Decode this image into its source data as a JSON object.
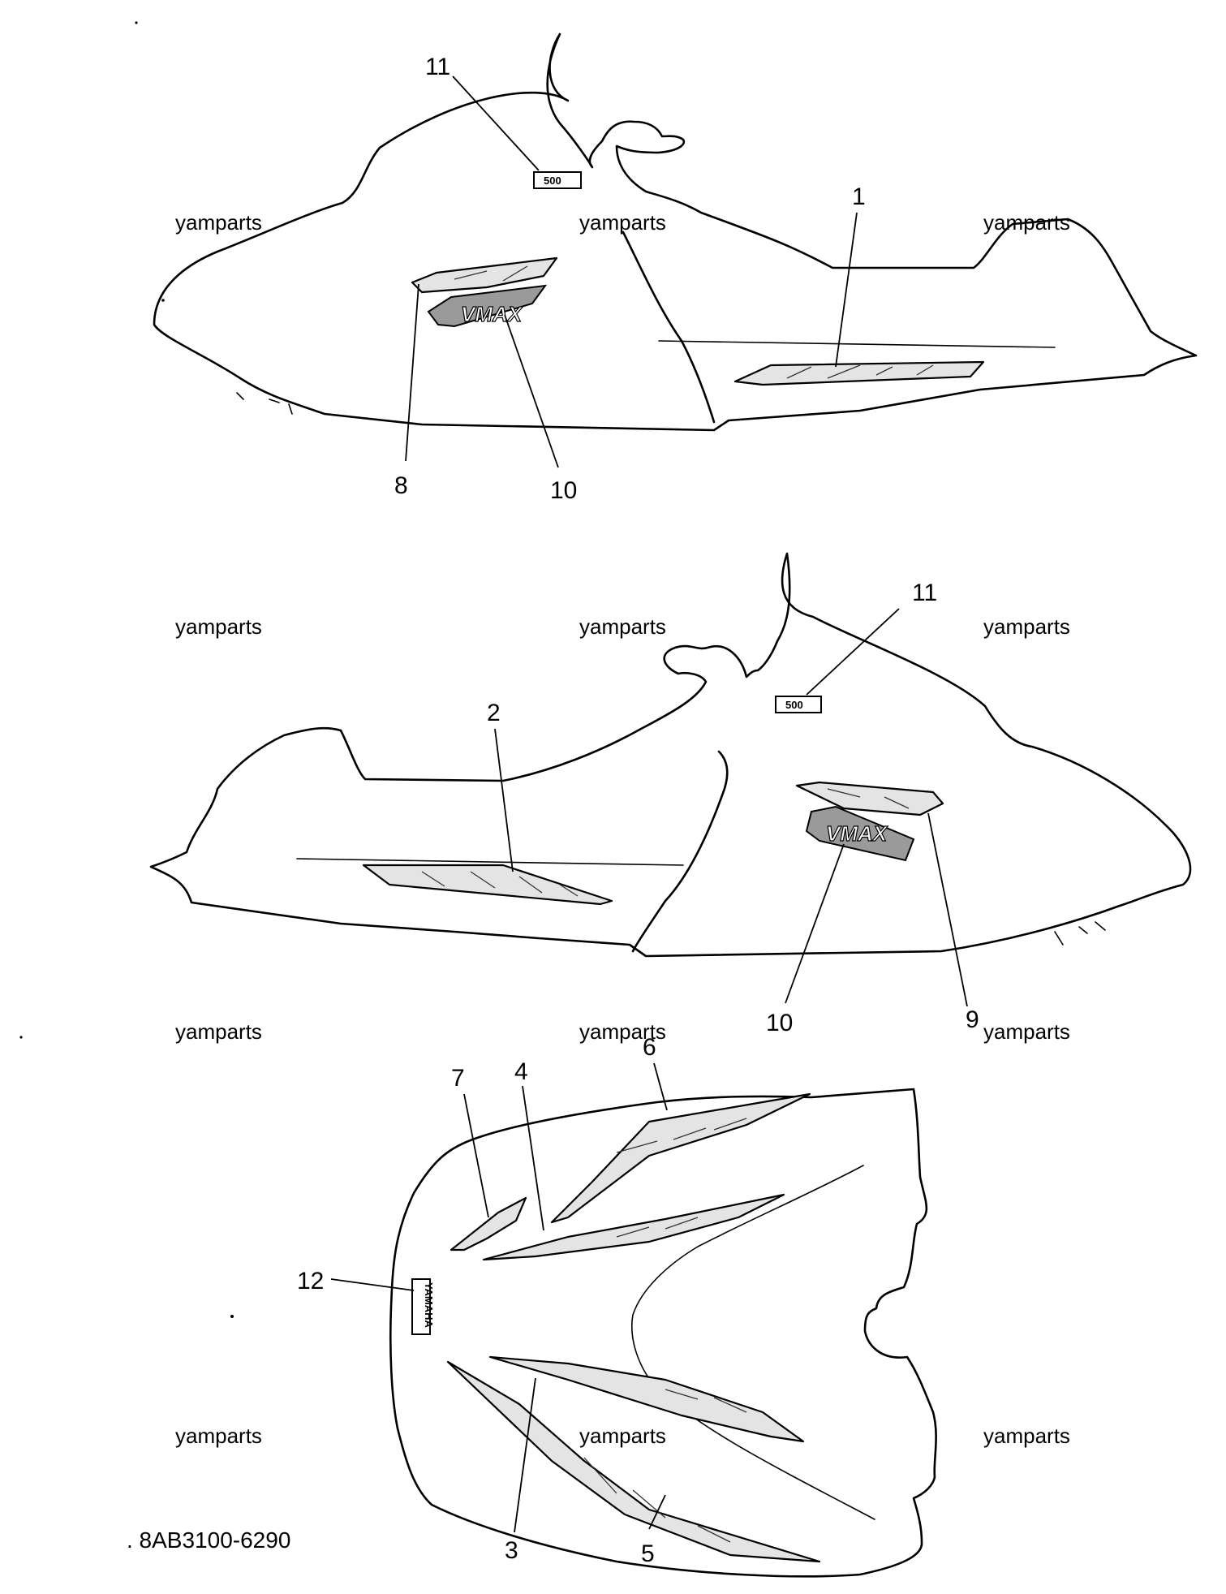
{
  "diagram": {
    "part_code": ". 8AB3100-6290",
    "watermark": "yamparts",
    "top_view": {
      "callouts": [
        "11",
        "1",
        "8",
        "10"
      ],
      "badge_text": "500",
      "decal_text": "VMAX"
    },
    "middle_view": {
      "callouts": [
        "11",
        "2",
        "10",
        "9"
      ],
      "badge_text": "500",
      "decal_text": "VMAX"
    },
    "bottom_view": {
      "callouts": [
        "6",
        "7",
        "4",
        "12",
        "3",
        "5"
      ],
      "emblem_text": "YAMAHA"
    }
  }
}
